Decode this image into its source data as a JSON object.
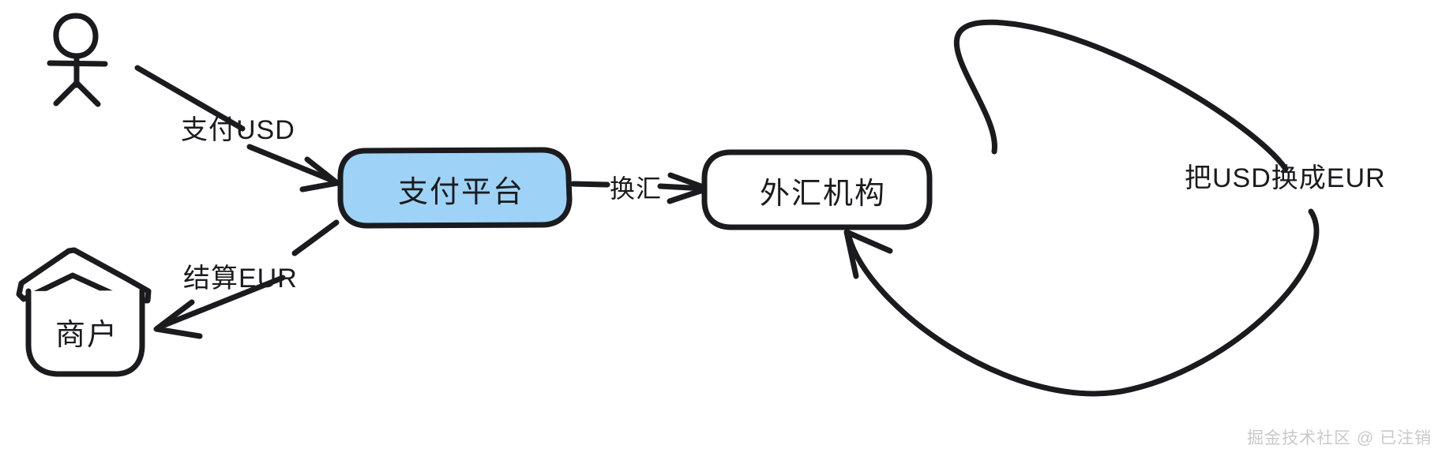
{
  "diagram": {
    "title": "",
    "style": "hand-drawn",
    "background": "#ffffff",
    "stroke_color": "#1b1b1f",
    "accent_fill": "#9ed3f7",
    "nodes": [
      {
        "id": "user",
        "label": "",
        "shape": "stick-figure"
      },
      {
        "id": "platform",
        "label": "支付平台",
        "shape": "rounded-rect",
        "fill": "#9ed3f7"
      },
      {
        "id": "merchant",
        "label": "商户",
        "shape": "house"
      },
      {
        "id": "fx",
        "label": "外汇机构",
        "shape": "rounded-rect",
        "fill": "#ffffff"
      }
    ],
    "edges": [
      {
        "id": "pay",
        "label": "支付USD",
        "from": "user",
        "to": "platform"
      },
      {
        "id": "settle",
        "label": "结算EUR",
        "from": "platform",
        "to": "merchant"
      },
      {
        "id": "exchange",
        "label": "换汇",
        "from": "platform",
        "to": "fx"
      },
      {
        "id": "convert",
        "label": "把USD换成EUR",
        "from": "fx",
        "to": "fx"
      }
    ]
  },
  "watermark": {
    "text": "掘金技术社区 @ 已注销",
    "color": "#c9c9cc"
  }
}
